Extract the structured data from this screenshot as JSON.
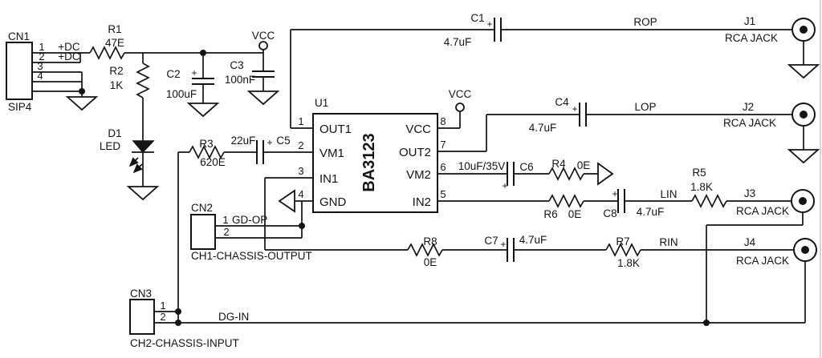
{
  "components": {
    "cn1": {
      "ref": "CN1",
      "package": "SIP4",
      "pins": [
        "1",
        "2",
        "3",
        "4"
      ]
    },
    "cn2": {
      "ref": "CN2",
      "label": "CH1-CHASSIS-OUTPUT",
      "pins": [
        "1",
        "2"
      ]
    },
    "cn3": {
      "ref": "CN3",
      "label": "CH2-CHASSIS-INPUT",
      "pins": [
        "1",
        "2"
      ]
    },
    "u1": {
      "ref": "U1",
      "part": "BA3123",
      "left_pins": [
        {
          "num": "1",
          "name": "OUT1"
        },
        {
          "num": "2",
          "name": "VM1"
        },
        {
          "num": "3",
          "name": "IN1"
        },
        {
          "num": "4",
          "name": "GND"
        }
      ],
      "right_pins": [
        {
          "num": "8",
          "name": "VCC"
        },
        {
          "num": "7",
          "name": "OUT2"
        },
        {
          "num": "6",
          "name": "VM2"
        },
        {
          "num": "5",
          "name": "IN2"
        }
      ]
    },
    "r1": {
      "ref": "R1",
      "value": "47E"
    },
    "r2": {
      "ref": "R2",
      "value": "1K"
    },
    "r3": {
      "ref": "R3",
      "value": "620E"
    },
    "r4": {
      "ref": "R4",
      "value": "0E"
    },
    "r5": {
      "ref": "R5",
      "value": "1.8K"
    },
    "r6": {
      "ref": "R6",
      "value": "0E"
    },
    "r7": {
      "ref": "R7",
      "value": "1.8K"
    },
    "r8": {
      "ref": "R8",
      "value": "0E"
    },
    "c1": {
      "ref": "C1",
      "value": "4.7uF"
    },
    "c2": {
      "ref": "C2",
      "value": "100uF"
    },
    "c3": {
      "ref": "C3",
      "value": "100nF"
    },
    "c4": {
      "ref": "C4",
      "value": "4.7uF"
    },
    "c5": {
      "ref": "C5",
      "value": "22uF"
    },
    "c6": {
      "ref": "C6",
      "value": "10uF/35V"
    },
    "c7": {
      "ref": "C7",
      "value": "4.7uF"
    },
    "c8": {
      "ref": "C8",
      "value": "4.7uF"
    },
    "d1": {
      "ref": "D1",
      "value": "LED"
    },
    "j1": {
      "ref": "J1",
      "type": "RCA JACK"
    },
    "j2": {
      "ref": "J2",
      "type": "RCA JACK"
    },
    "j3": {
      "ref": "J3",
      "type": "RCA JACK"
    },
    "j4": {
      "ref": "J4",
      "type": "RCA JACK"
    }
  },
  "nets": {
    "dc": "+DC",
    "vcc": "VCC",
    "rop": "ROP",
    "lop": "LOP",
    "lin": "LIN",
    "rin": "RIN",
    "gd_op": "GD-OP",
    "dg_in": "DG-IN"
  },
  "misc": {
    "plus": "+"
  }
}
